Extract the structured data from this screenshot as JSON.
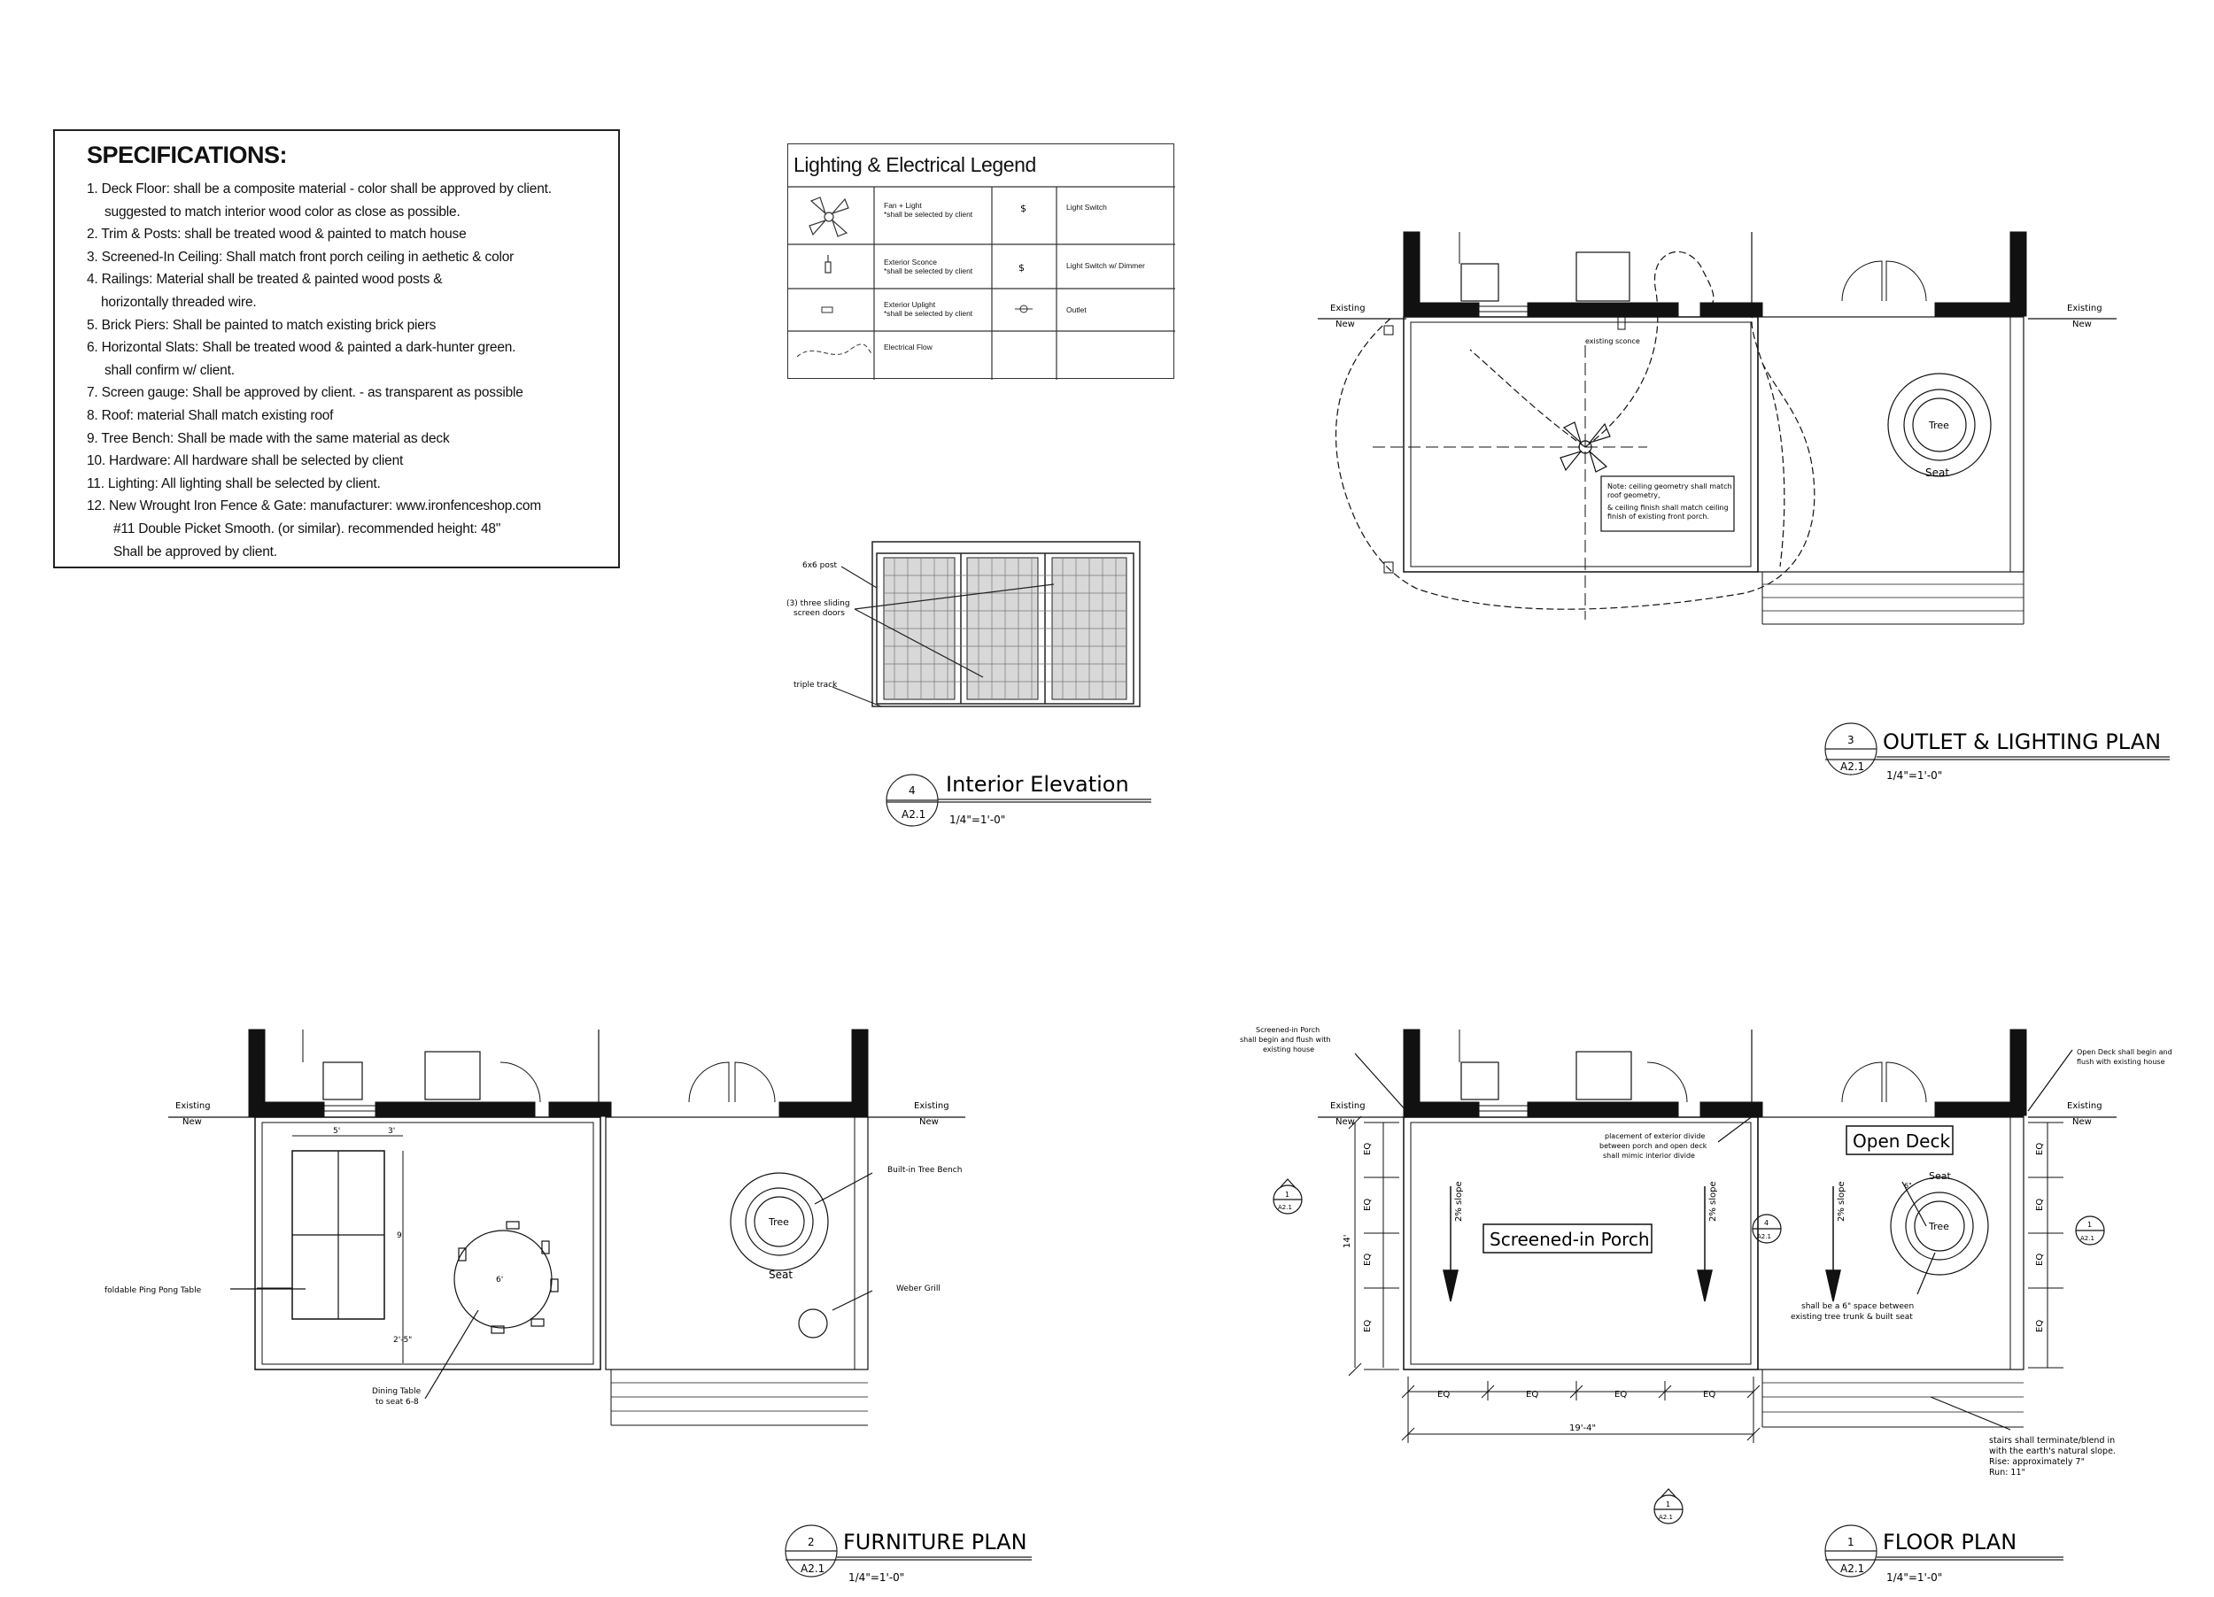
{
  "specifications": {
    "title": "SPECIFICATIONS:",
    "items": [
      "1. Deck Floor: shall be a composite material - color shall be approved by client.",
      "suggested to match interior wood color as close as possible.",
      "2. Trim & Posts: shall be treated wood & painted to match house",
      "3. Screened-In Ceiling: Shall match front porch ceiling in aethetic & color",
      "4. Railings: Material shall be treated & painted wood posts &",
      "horizontally threaded wire.",
      "5. Brick Piers: Shall be painted to match existing brick piers",
      "6. Horizontal Slats: Shall be treated wood & painted a dark-hunter green.",
      "shall confirm w/ client.",
      "7. Screen gauge: Shall be approved by client. - as transparent as possible",
      "8. Roof: material Shall match existing roof",
      "9. Tree Bench:  Shall be made with the same material as deck",
      "10. Hardware: All hardware shall be selected by client",
      "11. Lighting: All lighting shall be selected by client.",
      "12. New Wrought Iron Fence & Gate: manufacturer: www.ironfenceshop.com",
      "#11 Double Picket Smooth. (or similar). recommended height: 48\"",
      "Shall be approved by client."
    ]
  },
  "legend": {
    "title": "Lighting & Electrical Legend",
    "fan_light": "Fan + Light",
    "fan_light_note": "*shall be selected by client",
    "light_switch": "Light Switch",
    "exterior_sconce": "Exterior Sconce",
    "exterior_sconce_note": "*shall be selected by client",
    "light_switch_dimmer": "Light Switch w/ Dimmer",
    "exterior_uplight": "Exterior Uplight",
    "exterior_uplight_note": "*shall be selected by client",
    "outlet": "Outlet",
    "electrical_flow": "Electrical Flow"
  },
  "interior_elevation": {
    "label_post": "6x6 post",
    "label_doors_1": "(3) three sliding",
    "label_doors_2": "screen doors",
    "label_track": "triple track",
    "title_number": "4",
    "sheet": "A2.1",
    "title": "Interior Elevation",
    "scale": "1/4\"=1'-0\""
  },
  "outlet_plan": {
    "existing": "Existing",
    "new": "New",
    "existing_sconce": "existing sconce",
    "note_1": "Note: ceiling geometry shall match",
    "note_2": "roof geometry,",
    "note_3": "& ceiling finish shall match ceiling",
    "note_4": "finish of existing front porch.",
    "tree": "Tree",
    "seat": "Seat",
    "title_number": "3",
    "sheet": "A2.1",
    "title": "OUTLET & LIGHTING PLAN",
    "scale": "1/4\"=1'-0\""
  },
  "furniture_plan": {
    "existing": "Existing",
    "new": "New",
    "dim_5": "5'",
    "dim_3": "3'",
    "dim_9": "9'",
    "dim_2_5": "2'-5\"",
    "dim_6": "6'",
    "ping_pong": "foldable Ping Pong Table",
    "dining_1": "Dining Table",
    "dining_2": "to seat 6-8",
    "tree_bench": "Built-in Tree Bench",
    "tree": "Tree",
    "seat": "Seat",
    "weber": "Weber Grill",
    "title_number": "2",
    "sheet": "A2.1",
    "title": "FURNITURE PLAN",
    "scale": "1/4\"=1'-0\""
  },
  "floor_plan": {
    "existing": "Existing",
    "new": "New",
    "screened_note_1": "Screened-in Porch",
    "screened_note_2": "shall begin and flush with",
    "screened_note_3": "existing house",
    "open_note_1": "Open Deck shall begin and",
    "open_note_2": "flush with existing house",
    "divide_1": "placement of exterior divide",
    "divide_2": "between porch and open deck",
    "divide_3": "shall mimic interior divide",
    "open_deck": "Open Deck",
    "screened_porch": "Screened-in Porch",
    "slope": "2% slope",
    "eq": "EQ",
    "dim_14": "14'",
    "dim_19": "19'-4\"",
    "seat": "Seat",
    "six": "6\"",
    "tree": "Tree",
    "space_1": "shall be a 6\" space between",
    "space_2": "existing tree trunk & built seat",
    "stairs_1": "stairs shall terminate/blend in",
    "stairs_2": "with the earth's natural slope.",
    "stairs_3": "Rise: approximately 7\"",
    "stairs_4": "Run: 11\"",
    "marker_1": "1",
    "marker_4": "4",
    "marker_sheet": "A2.1",
    "title_number": "1",
    "sheet": "A2.1",
    "title": "FLOOR PLAN",
    "scale": "1/4\"=1'-0\""
  }
}
